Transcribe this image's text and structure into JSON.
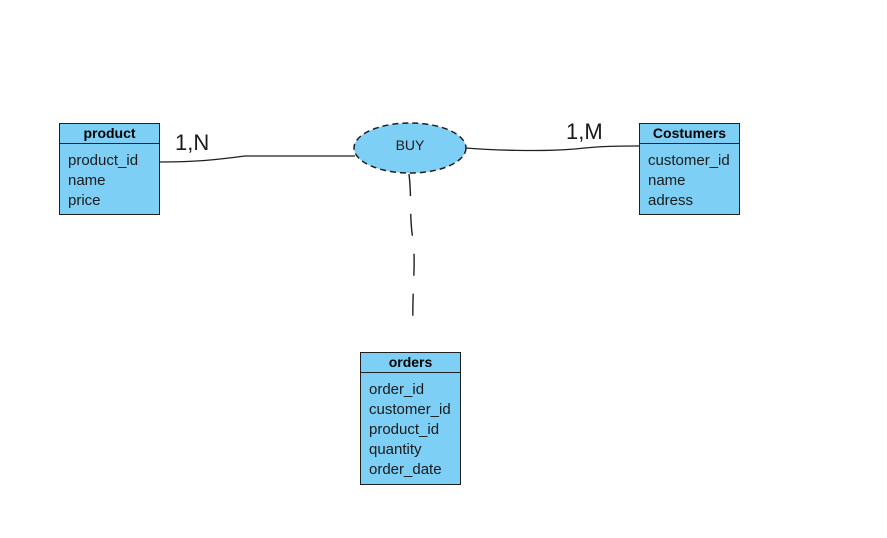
{
  "entities": {
    "product": {
      "title": "product",
      "attributes": [
        "product_id",
        "name",
        "price"
      ]
    },
    "customers": {
      "title": "Costumers",
      "attributes": [
        "customer_id",
        "name",
        "adress"
      ]
    },
    "orders": {
      "title": "orders",
      "attributes": [
        "order_id",
        "customer_id",
        "product_id",
        "quantity",
        "order_date"
      ]
    }
  },
  "relationship": {
    "label": "BUY"
  },
  "cardinalities": {
    "product_side": "1,N",
    "customers_side": "1,M"
  },
  "colors": {
    "entity_fill": "#7ecff5",
    "line": "#1f1f1f"
  }
}
